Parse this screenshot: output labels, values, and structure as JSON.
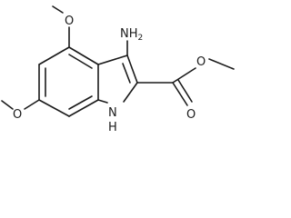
{
  "molecule": {
    "atoms": {
      "o_top": "O",
      "o_bottom": "O",
      "amino_n": "NH",
      "amino_sub": "2",
      "ring_nh": "H",
      "ring_n": "N",
      "ester_o_single": "O",
      "ester_o_double": "O"
    }
  }
}
